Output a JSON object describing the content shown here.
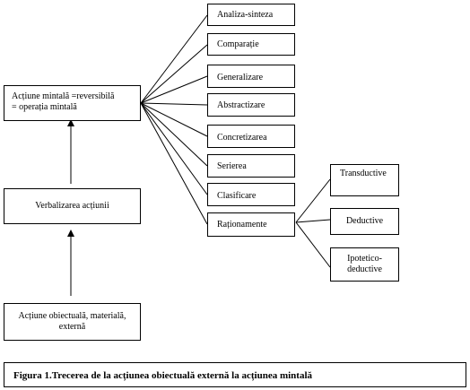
{
  "left_column": {
    "mental": {
      "line1": "Acțiune mintală =reversibilă",
      "line2": "= operația mintală"
    },
    "verbal": "Verbalizarea acțiunii",
    "objective": {
      "line1": "Acțiune obiectuală, materială,",
      "line2": "externă"
    }
  },
  "operations": [
    "Analiza-sinteza",
    "Comparație",
    "Generalizare",
    "Abstractizare",
    "Concretizarea",
    "Serierea",
    "Clasificare",
    "Raționamente"
  ],
  "reasoning_types": {
    "transductive": "Transductive",
    "deductive": "Deductive",
    "hypothetico": {
      "line1": "Ipotetico-",
      "line2": "deductive"
    }
  },
  "caption": "Figura 1.Trecerea de la acțiunea obiectuală externă la acțiunea mintală"
}
